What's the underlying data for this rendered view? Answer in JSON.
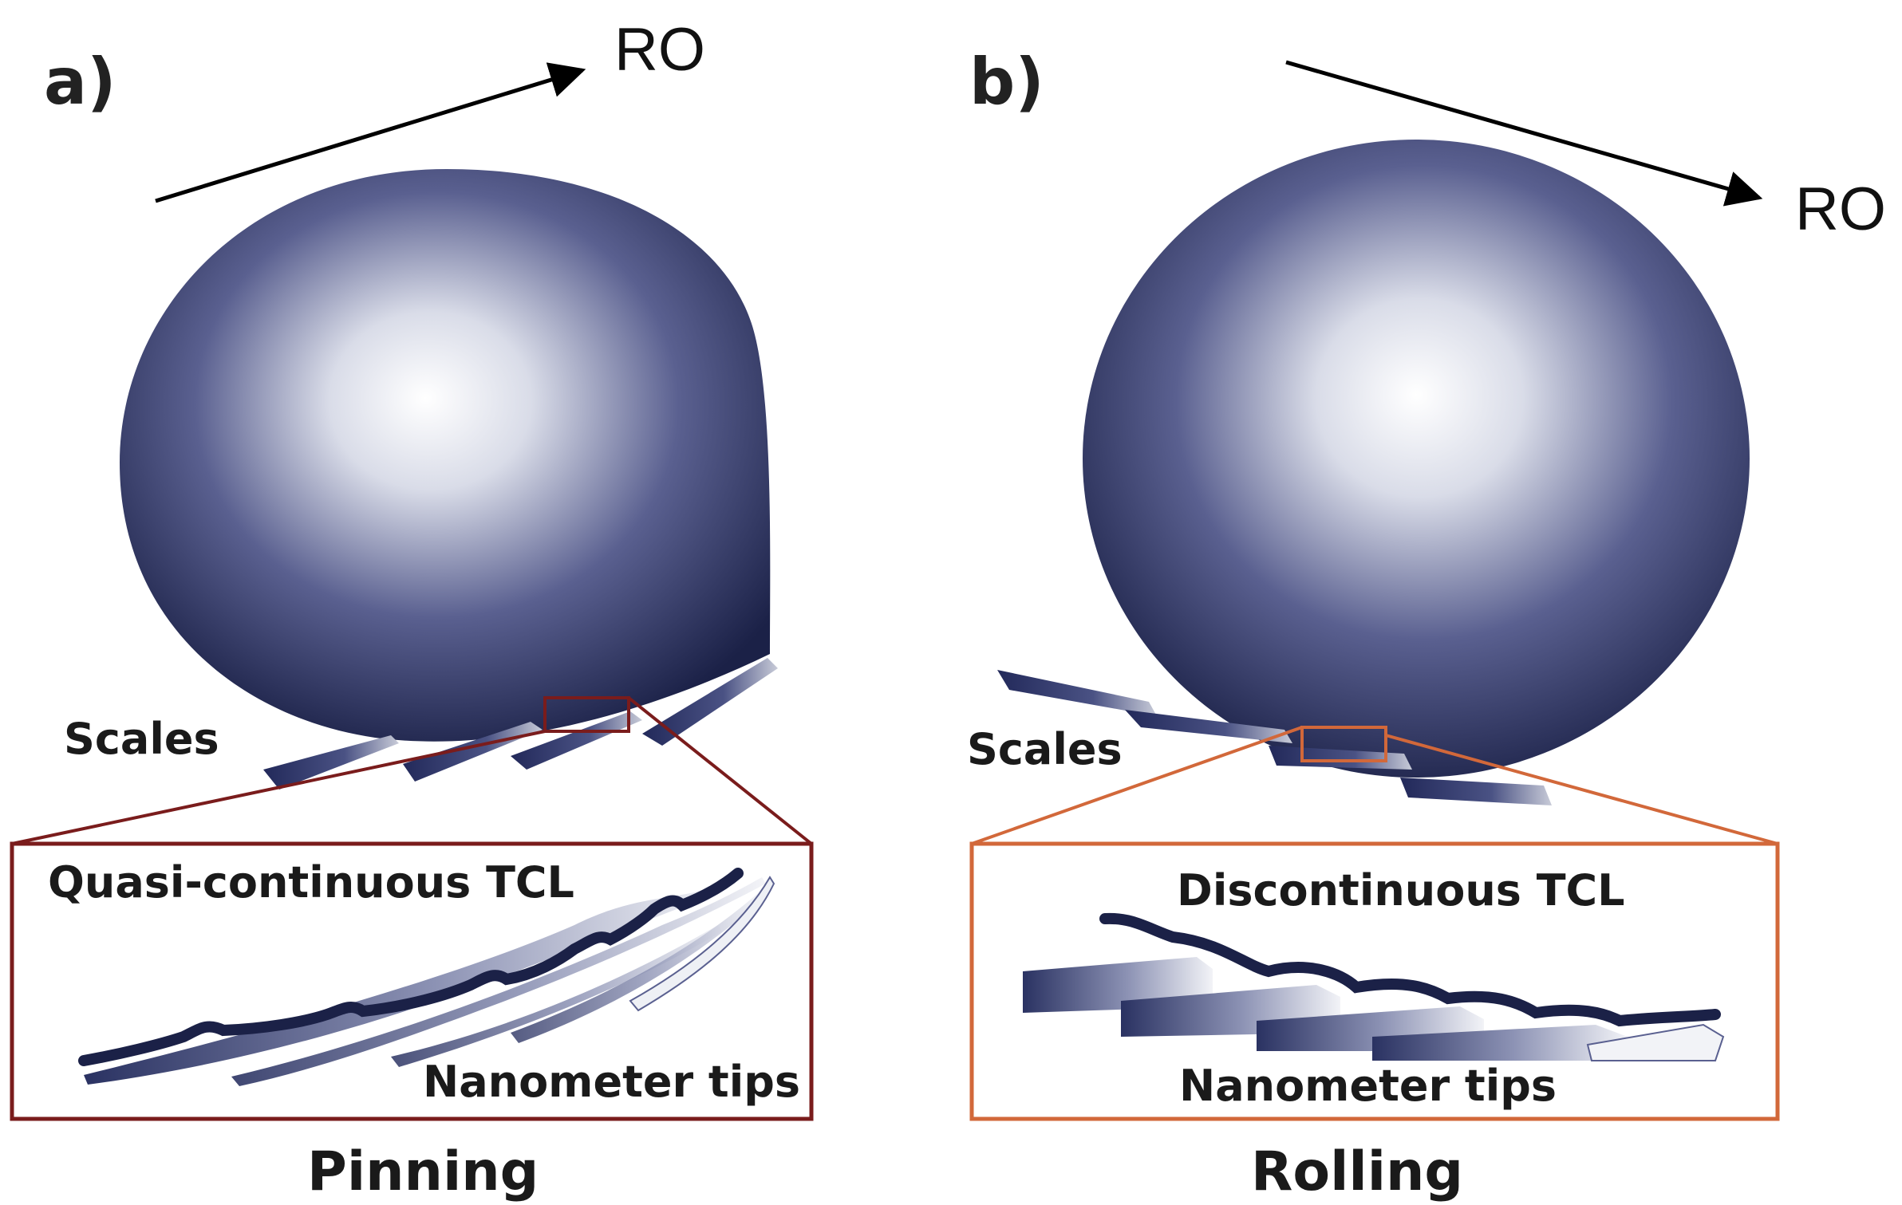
{
  "panels": [
    {
      "id": "a",
      "panel_label": "a)",
      "arrow_label": "RO",
      "scales_label": "Scales",
      "tcl_label": "Quasi-continuous TCL",
      "tips_label": "Nanometer tips",
      "caption": "Pinning",
      "box_color": "#7a1c1c"
    },
    {
      "id": "b",
      "panel_label": "b)",
      "arrow_label": "RO",
      "scales_label": "Scales",
      "tcl_label": "Discontinuous TCL",
      "tips_label": "Nanometer tips",
      "caption": "Rolling",
      "box_color": "#d2683a"
    }
  ],
  "colors": {
    "droplet_dark": "#1b2147",
    "droplet_light": "#ffffff",
    "scale_dark": "#22295a",
    "arrow": "#000000"
  }
}
